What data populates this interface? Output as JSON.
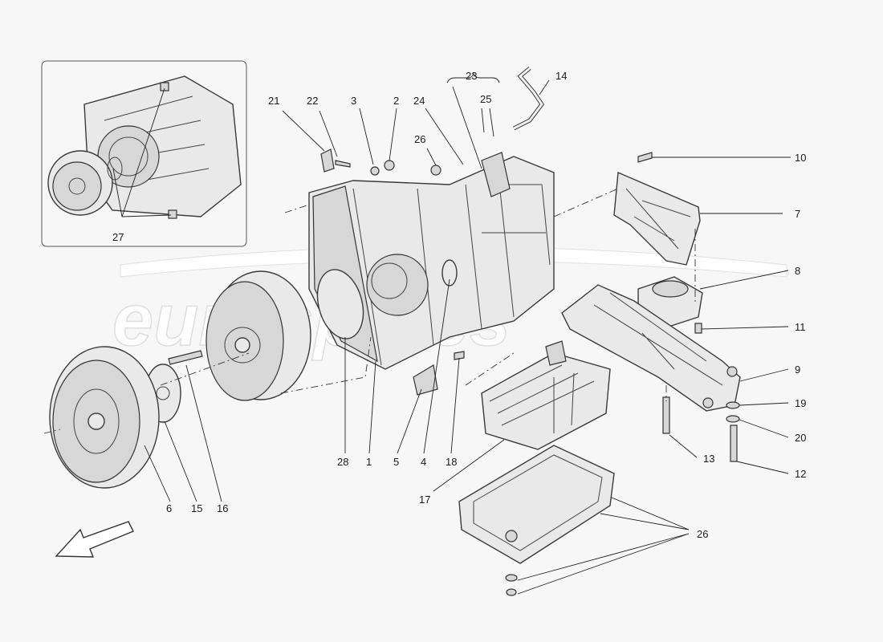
{
  "watermark": "eurospares",
  "labels": {
    "l1": "1",
    "l2": "2",
    "l3": "3",
    "l4": "4",
    "l5": "5",
    "l6": "6",
    "l7": "7",
    "l8": "8",
    "l9": "9",
    "l10": "10",
    "l11": "11",
    "l12": "12",
    "l13": "13",
    "l14": "14",
    "l15": "15",
    "l16": "16",
    "l17": "17",
    "l18": "18",
    "l19": "19",
    "l20": "20",
    "l21": "21",
    "l22": "22",
    "l23": "23",
    "l24": "24",
    "l25": "25",
    "l26a": "26",
    "l26b": "26",
    "l27": "27",
    "l28": "28"
  },
  "icons": {
    "direction": "arrow-down-left-icon"
  }
}
